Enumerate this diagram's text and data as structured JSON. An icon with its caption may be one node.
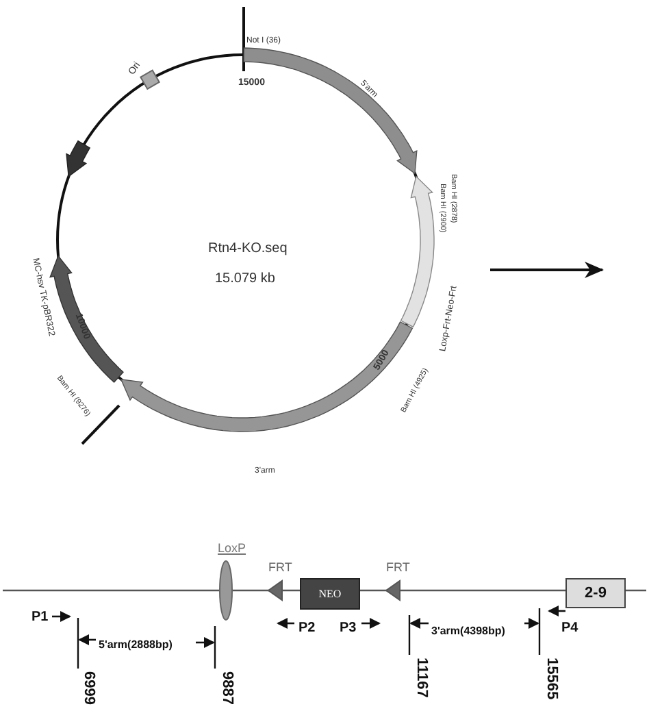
{
  "diagram": {
    "nodes": [
      {
        "text": [
          "Rtn4-KO.seq",
          "15.079 kb"
        ]
      },
      {
        "text": [
          "LoxP"
        ]
      },
      {
        "text": [
          "FRT"
        ]
      },
      {
        "text": [
          "NEO"
        ]
      },
      {
        "text": [
          "FRT"
        ]
      },
      {
        "text": [
          "2-9"
        ]
      }
    ],
    "labels": [
      "Not I (36)",
      "Ori",
      "15000",
      "5'arm",
      "Bam HI (2900)",
      "Bam HI (2878)",
      "MC-hsv TK-pBR322",
      "Loxp-Frt-Neo-Frt",
      "10000",
      "5000",
      "Bam HI (9276)",
      "Bam HI (4925)",
      "3'arm",
      "P1",
      "P2",
      "P3",
      "P4",
      "5'arm(2888bp)",
      "3'arm(4398bp)",
      "6999",
      "9887",
      "11167",
      "15565"
    ]
  }
}
